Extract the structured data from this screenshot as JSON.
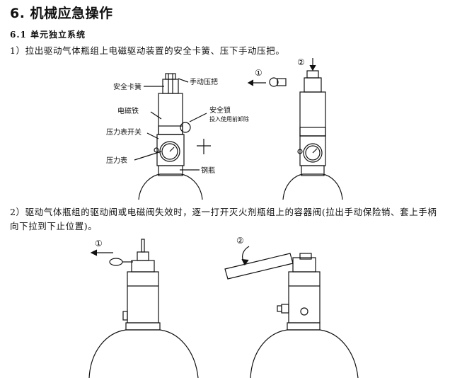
{
  "heading": "6. 机械应急操作",
  "subheading": "6.1 单元独立系统",
  "step1": "1）拉出驱动气体瓶组上电磁驱动装置的安全卡簧、压下手动压把。",
  "step2": "2）驱动气体瓶组的驱动阀或电磁阀失效时，逐一打开灭火剂瓶组上的容器阀(拉出手动保险销、套上手柄向下拉到下止位置)。",
  "figure1": {
    "labels": {
      "safety_clip": "安全卡簧",
      "manual_lever": "手动压把",
      "solenoid": "电磁铁",
      "safety_lock": "安全锁",
      "safety_lock_note": "投入使用前卸除",
      "pressure_switch": "压力表开关",
      "pressure_gauge": "压力表",
      "cylinder": "钢瓶"
    },
    "step_markers": [
      "①",
      "②"
    ]
  },
  "figure2": {
    "step_markers": [
      "①",
      "②"
    ]
  }
}
